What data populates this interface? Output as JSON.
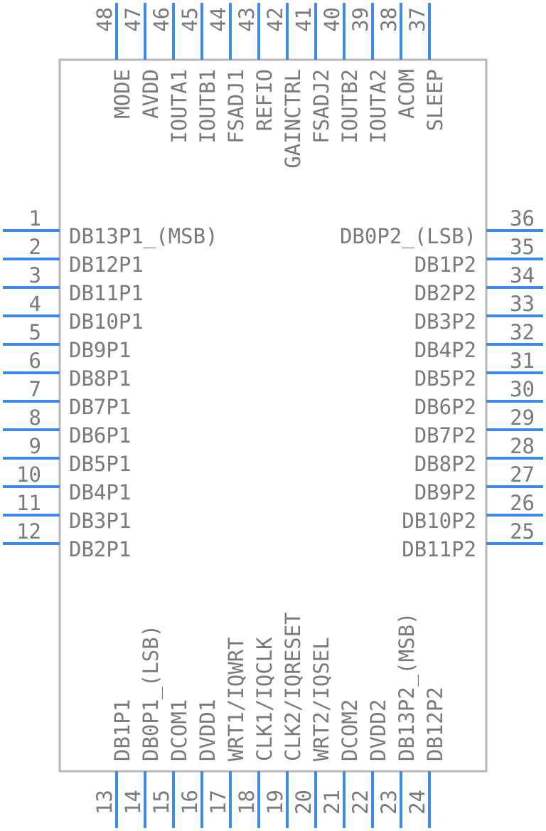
{
  "pins": {
    "left": [
      {
        "num": "1",
        "name": "DB13P1_(MSB)"
      },
      {
        "num": "2",
        "name": "DB12P1"
      },
      {
        "num": "3",
        "name": "DB11P1"
      },
      {
        "num": "4",
        "name": "DB10P1"
      },
      {
        "num": "5",
        "name": "DB9P1"
      },
      {
        "num": "6",
        "name": "DB8P1"
      },
      {
        "num": "7",
        "name": "DB7P1"
      },
      {
        "num": "8",
        "name": "DB6P1"
      },
      {
        "num": "9",
        "name": "DB5P1"
      },
      {
        "num": "10",
        "name": "DB4P1"
      },
      {
        "num": "11",
        "name": "DB3P1"
      },
      {
        "num": "12",
        "name": "DB2P1"
      }
    ],
    "bottom": [
      {
        "num": "13",
        "name": "DB1P1"
      },
      {
        "num": "14",
        "name": "DB0P1_(LSB)"
      },
      {
        "num": "15",
        "name": "DCOM1"
      },
      {
        "num": "16",
        "name": "DVDD1"
      },
      {
        "num": "17",
        "name": "WRT1/IQWRT"
      },
      {
        "num": "18",
        "name": "CLK1/IQCLK"
      },
      {
        "num": "19",
        "name": "CLK2/IQRESET"
      },
      {
        "num": "20",
        "name": "WRT2/IQSEL"
      },
      {
        "num": "21",
        "name": "DCOM2"
      },
      {
        "num": "22",
        "name": "DVDD2"
      },
      {
        "num": "23",
        "name": "DB13P2_(MSB)"
      },
      {
        "num": "24",
        "name": "DB12P2"
      }
    ],
    "right": [
      {
        "num": "25",
        "name": "DB11P2"
      },
      {
        "num": "26",
        "name": "DB10P2"
      },
      {
        "num": "27",
        "name": "DB9P2"
      },
      {
        "num": "28",
        "name": "DB8P2"
      },
      {
        "num": "29",
        "name": "DB7P2"
      },
      {
        "num": "30",
        "name": "DB6P2"
      },
      {
        "num": "31",
        "name": "DB5P2"
      },
      {
        "num": "32",
        "name": "DB4P2"
      },
      {
        "num": "33",
        "name": "DB3P2"
      },
      {
        "num": "34",
        "name": "DB2P2"
      },
      {
        "num": "35",
        "name": "DB1P2"
      },
      {
        "num": "36",
        "name": "DB0P2_(LSB)"
      }
    ],
    "top": [
      {
        "num": "37",
        "name": "SLEEP"
      },
      {
        "num": "38",
        "name": "ACOM"
      },
      {
        "num": "39",
        "name": "IOUTA2"
      },
      {
        "num": "40",
        "name": "IOUTB2"
      },
      {
        "num": "41",
        "name": "FSADJ2"
      },
      {
        "num": "42",
        "name": "GAINCTRL"
      },
      {
        "num": "43",
        "name": "REFIO"
      },
      {
        "num": "44",
        "name": "FSADJ1"
      },
      {
        "num": "45",
        "name": "IOUTB1"
      },
      {
        "num": "46",
        "name": "IOUTA1"
      },
      {
        "num": "47",
        "name": "AVDD"
      },
      {
        "num": "48",
        "name": "MODE"
      }
    ]
  },
  "colors": {
    "pin": "#3d8ae8",
    "body_outline": "#b8b8b8",
    "text": "#7a7a7a"
  }
}
